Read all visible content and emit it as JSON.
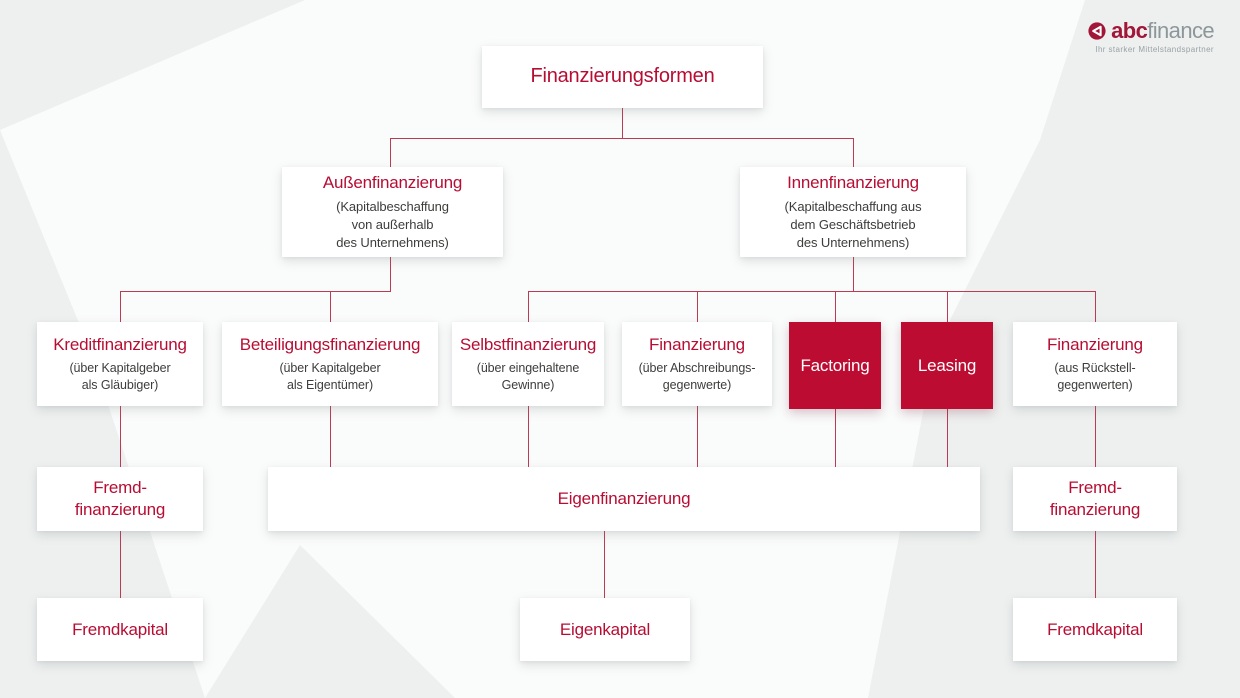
{
  "brand": {
    "name_bold": "abc",
    "name_light": "finance",
    "tagline": "Ihr starker Mittelstandspartner"
  },
  "colors": {
    "accent_red_text": "#b70d33",
    "accent_red_fill": "#bd0c32",
    "connector_red": "#bd3a55",
    "note_gray": "#3d3d3c",
    "background_gray": "#eef0f0"
  },
  "diagram": {
    "root": {
      "label": "Finanzierungsformen"
    },
    "level2": [
      {
        "label": "Außenfinanzierung",
        "note": "(Kapitalbeschaffung\nvon außerhalb\ndes Unternehmens)"
      },
      {
        "label": "Innenfinanzierung",
        "note": "(Kapitalbeschaffung aus\ndem Geschäftsbetrieb\ndes Unternehmens)"
      }
    ],
    "level3": [
      {
        "label": "Kreditfinanzierung",
        "note": "(über Kapitalgeber\nals Gläubiger)"
      },
      {
        "label": "Beteiligungsfinanzierung",
        "note": "(über Kapitalgeber\nals Eigentümer)"
      },
      {
        "label": "Selbstfinanzierung",
        "note": "(über eingehaltene\nGewinne)"
      },
      {
        "label": "Finanzierung",
        "note": "(über Abschreibungs-\ngegenwerte)"
      },
      {
        "label": "Factoring"
      },
      {
        "label": "Leasing"
      },
      {
        "label": "Finanzierung",
        "note": "(aus Rückstell-\ngegenwerten)"
      }
    ],
    "level4": [
      {
        "label": "Fremd-\nfinanzierung"
      },
      {
        "label": "Eigenfinanzierung"
      },
      {
        "label": "Fremd-\nfinanzierung"
      }
    ],
    "level5": [
      {
        "label": "Fremdkapital"
      },
      {
        "label": "Eigenkapital"
      },
      {
        "label": "Fremdkapital"
      }
    ]
  }
}
